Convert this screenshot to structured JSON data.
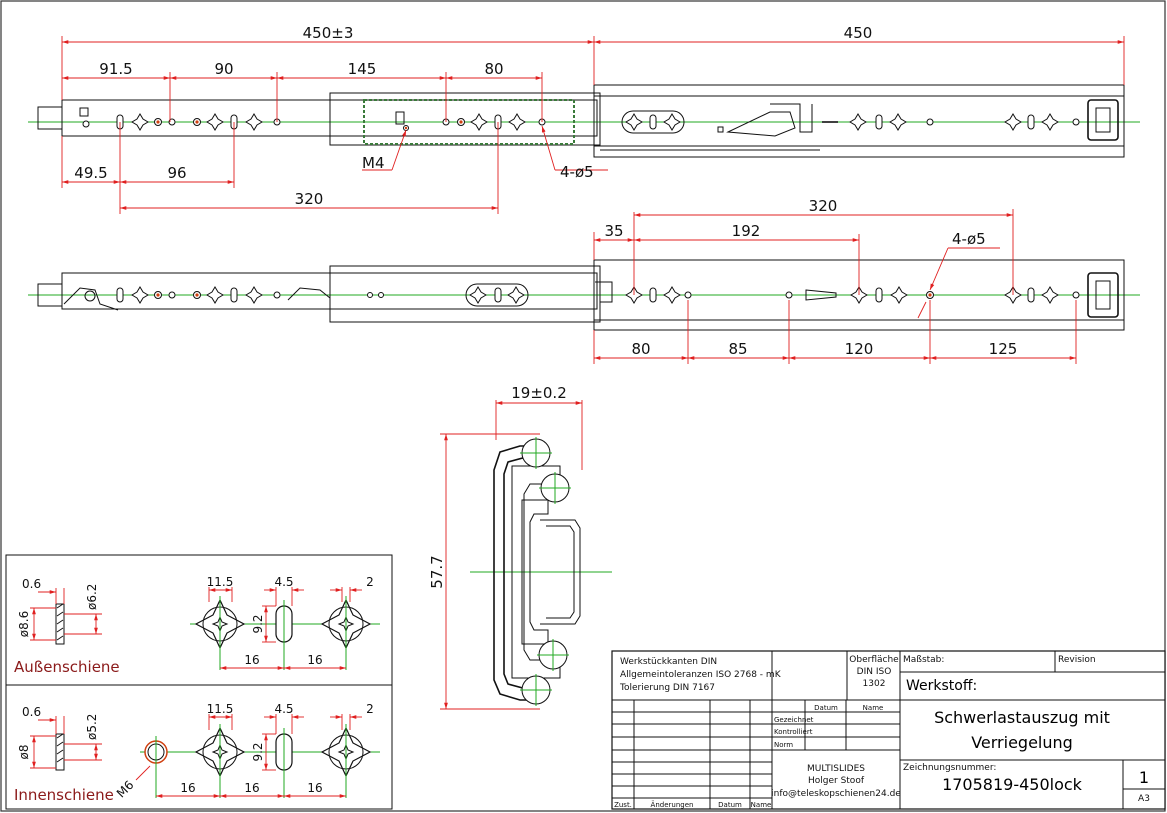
{
  "dimensions": {
    "top_overall": "450±3",
    "top_ext": "450",
    "d_91_5": "91.5",
    "d_90": "90",
    "d_145": "145",
    "d_80_top": "80",
    "d_49_5": "49.5",
    "d_96": "96",
    "d_320_top": "320",
    "m4": "M4",
    "holes_top": "4-ø5",
    "d_35": "35",
    "d_192": "192",
    "d_320_mid": "320",
    "holes_mid": "4-ø5",
    "d_80_mid": "80",
    "d_85": "85",
    "d_120": "120",
    "d_125": "125",
    "d_19": "19±0.2",
    "d_57_7": "57.7"
  },
  "detail_outer": {
    "label": "Außenschiene",
    "d_0_6": "0.6",
    "d_6_2": "ø6.2",
    "d_8_6": "ø8.6",
    "d_11_5": "11.5",
    "d_4_5": "4.5",
    "d_2": "2",
    "d_9_2": "9.2",
    "d_16a": "16",
    "d_16b": "16"
  },
  "detail_inner": {
    "label": "Innenschiene",
    "d_0_6": "0.6",
    "d_5_2": "ø5.2",
    "d_8": "ø8",
    "d_11_5": "11.5",
    "d_4_5": "4.5",
    "d_2": "2",
    "d_9_2": "9.2",
    "m6": "M6",
    "d_16a": "16",
    "d_16b": "16",
    "d_16c": "16"
  },
  "title_block": {
    "edges_line1": "Werkstückkanten DIN",
    "edges_line2": "Allgemeintoleranzen ISO 2768 - mK",
    "edges_line3": "Tolerierung DIN 7167",
    "surface_line1": "Oberfläche",
    "surface_line2": "DIN ISO",
    "surface_line3": "1302",
    "scale_label": "Maßstab:",
    "revision_label": "Revision",
    "material_label": "Werkstoff:",
    "datum_label": "Datum",
    "name_label": "Name",
    "drawn_label": "Gezeichnet",
    "checked_label": "Kontrolliert",
    "norm_label": "Norm",
    "title_line1": "Schwerlastauszug mit",
    "title_line2": "Verriegelung",
    "company_line1": "MULTISLIDES",
    "company_line2": "Holger Stoof",
    "company_email": "info@teleskopschienen24.de",
    "drawing_number_label": "Zeichnungsnummer:",
    "drawing_number": "1705819-450lock",
    "sheet_number": "1",
    "format": "A3",
    "col_zust": "Zust.",
    "col_aenderungen": "Änderungen",
    "col_datum": "Datum",
    "col_name": "Name"
  }
}
